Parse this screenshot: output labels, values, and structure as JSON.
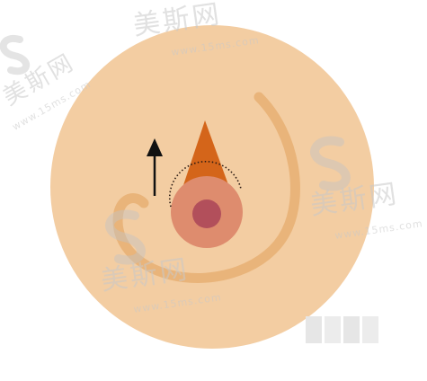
{
  "watermark": {
    "title": "美斯网",
    "url": "www.15ms.com"
  },
  "colors": {
    "background": "#ffffff",
    "skin": "#f3cda2",
    "contour": "#e9b47a",
    "cone": "#d4651a",
    "areola": "#de8c6e",
    "nipple": "#b24f5b",
    "arrow": "#111111",
    "watermark": "#c9c9c9"
  },
  "icons": {
    "arrow": "up-arrow",
    "watermark_logo": "s-swirl-logo"
  }
}
